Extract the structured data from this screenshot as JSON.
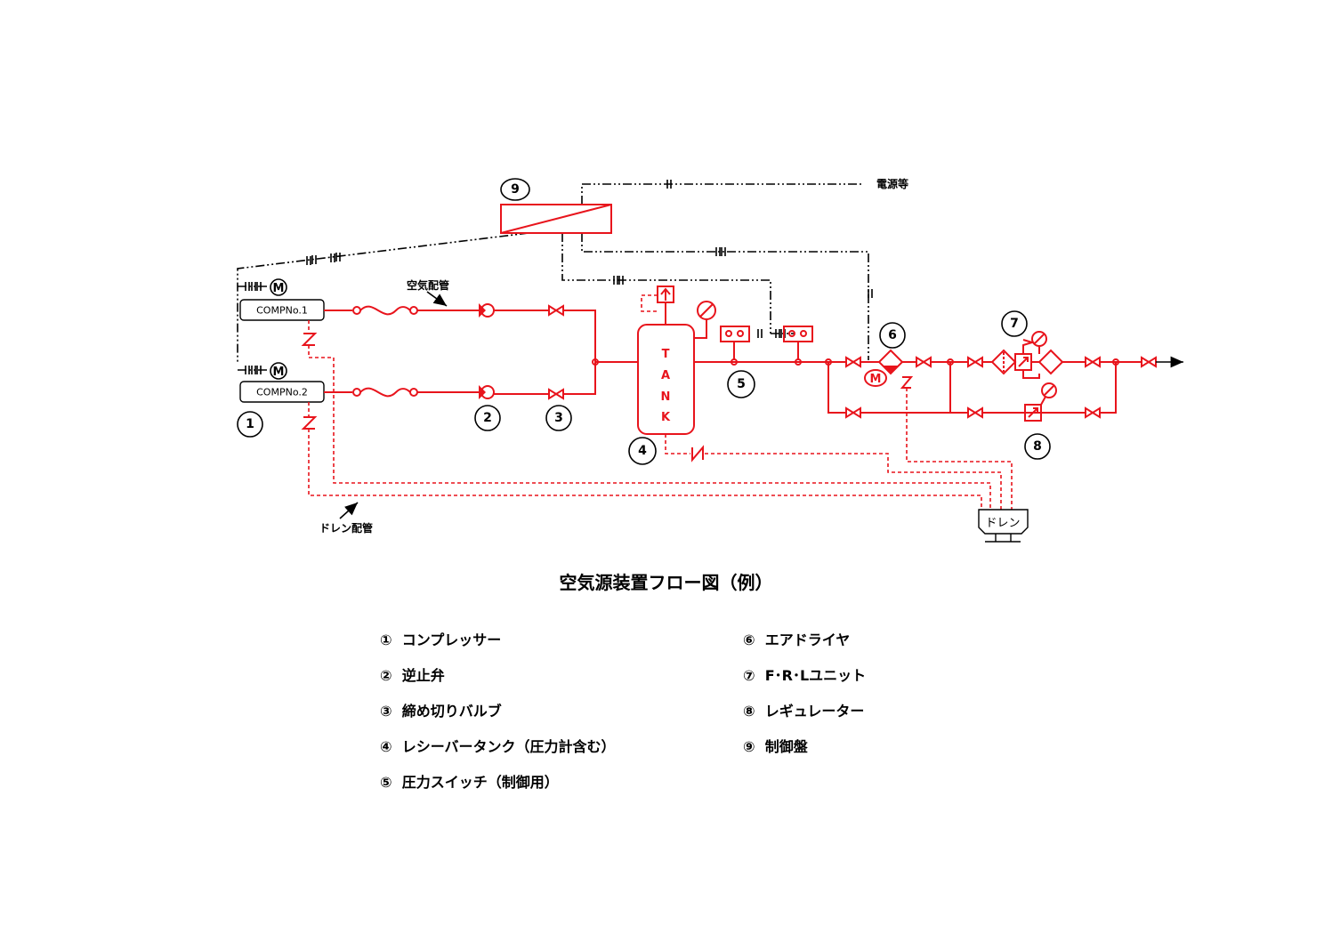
{
  "diagram": {
    "title": "空気源装置フロー図（例）",
    "labels": {
      "power": "電源等",
      "air_piping": "空気配管",
      "drain_piping": "ドレン配管",
      "drain": "ドレン",
      "comp1": "COMPNo.1",
      "comp2": "COMPNo.2",
      "motor": "M",
      "tank": [
        "T",
        "A",
        "N",
        "K"
      ]
    },
    "numbers": [
      "1",
      "2",
      "3",
      "4",
      "5",
      "6",
      "7",
      "8",
      "9"
    ]
  },
  "legend": [
    {
      "mark": "①",
      "text": "コンプレッサー"
    },
    {
      "mark": "②",
      "text": "逆止弁"
    },
    {
      "mark": "③",
      "text": "締め切りバルブ"
    },
    {
      "mark": "④",
      "text": "レシーバータンク（圧力計含む）"
    },
    {
      "mark": "⑤",
      "text": "圧力スイッチ（制御用）"
    },
    {
      "mark": "⑥",
      "text": "エアドライヤ"
    },
    {
      "mark": "⑦",
      "text": "F･R･Lユニット"
    },
    {
      "mark": "⑧",
      "text": "レギュレーター"
    },
    {
      "mark": "⑨",
      "text": "制御盤"
    }
  ],
  "colors": {
    "pipe": "#e8141c",
    "signal": "#000000"
  }
}
